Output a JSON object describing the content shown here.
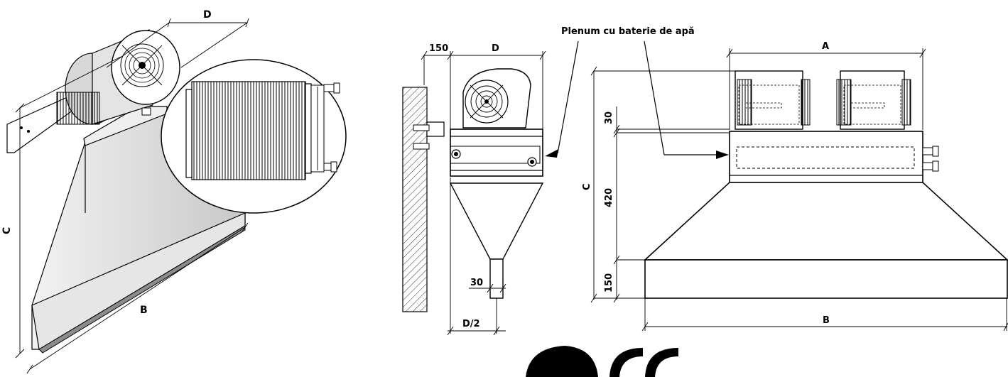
{
  "plenum_label": "Plenum cu baterie de apă",
  "iso_view": {
    "dim_D": "D",
    "dim_C": "C",
    "dim_B": "B"
  },
  "side_view": {
    "dim_150_top": "150",
    "dim_D": "D",
    "dim_30": "30",
    "dim_D_half": "D/2"
  },
  "front_view": {
    "dim_A": "A",
    "dim_C": "C",
    "dim_30": "30",
    "dim_420": "420",
    "dim_150": "150",
    "dim_B": "B"
  },
  "colors": {
    "line": "#000000",
    "hatch": "#000000",
    "shade": "#d9d9d9",
    "dark_shade": "#9a9a9a"
  }
}
